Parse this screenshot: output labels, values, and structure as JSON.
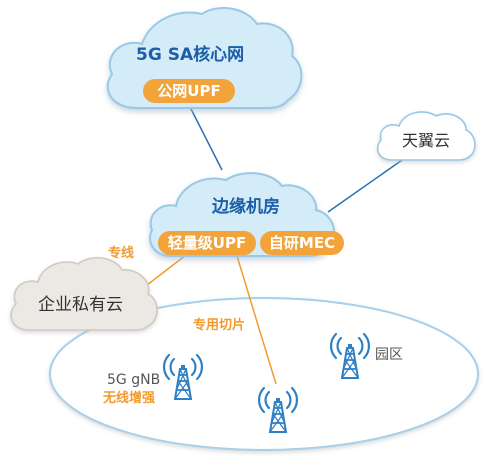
{
  "core_cloud": {
    "title": "5G SA核心网",
    "pill": "公网UPF"
  },
  "edge_cloud": {
    "title": "边缘机房",
    "pill_left": "轻量级UPF",
    "pill_right": "自研MEC"
  },
  "tianyi_cloud": {
    "label": "天翼云"
  },
  "enterprise_cloud": {
    "label": "企业私有云"
  },
  "links": {
    "dedicated_line": "专线",
    "dedicated_slice": "专用切片"
  },
  "campus": {
    "label": "园区",
    "gnb_label": "5G gNB",
    "coverage_label": "无线增强"
  },
  "colors": {
    "cloud_fill": "#d4ebf8",
    "cloud_stroke": "#9ac8e6",
    "accent_orange": "#f2a33a",
    "title_blue": "#1c5fa8",
    "link_line": "#2b6fb0",
    "tower_blue": "#2f7fc4"
  },
  "icons": [
    "cell-tower-icon",
    "cell-tower-icon",
    "cell-tower-icon"
  ]
}
